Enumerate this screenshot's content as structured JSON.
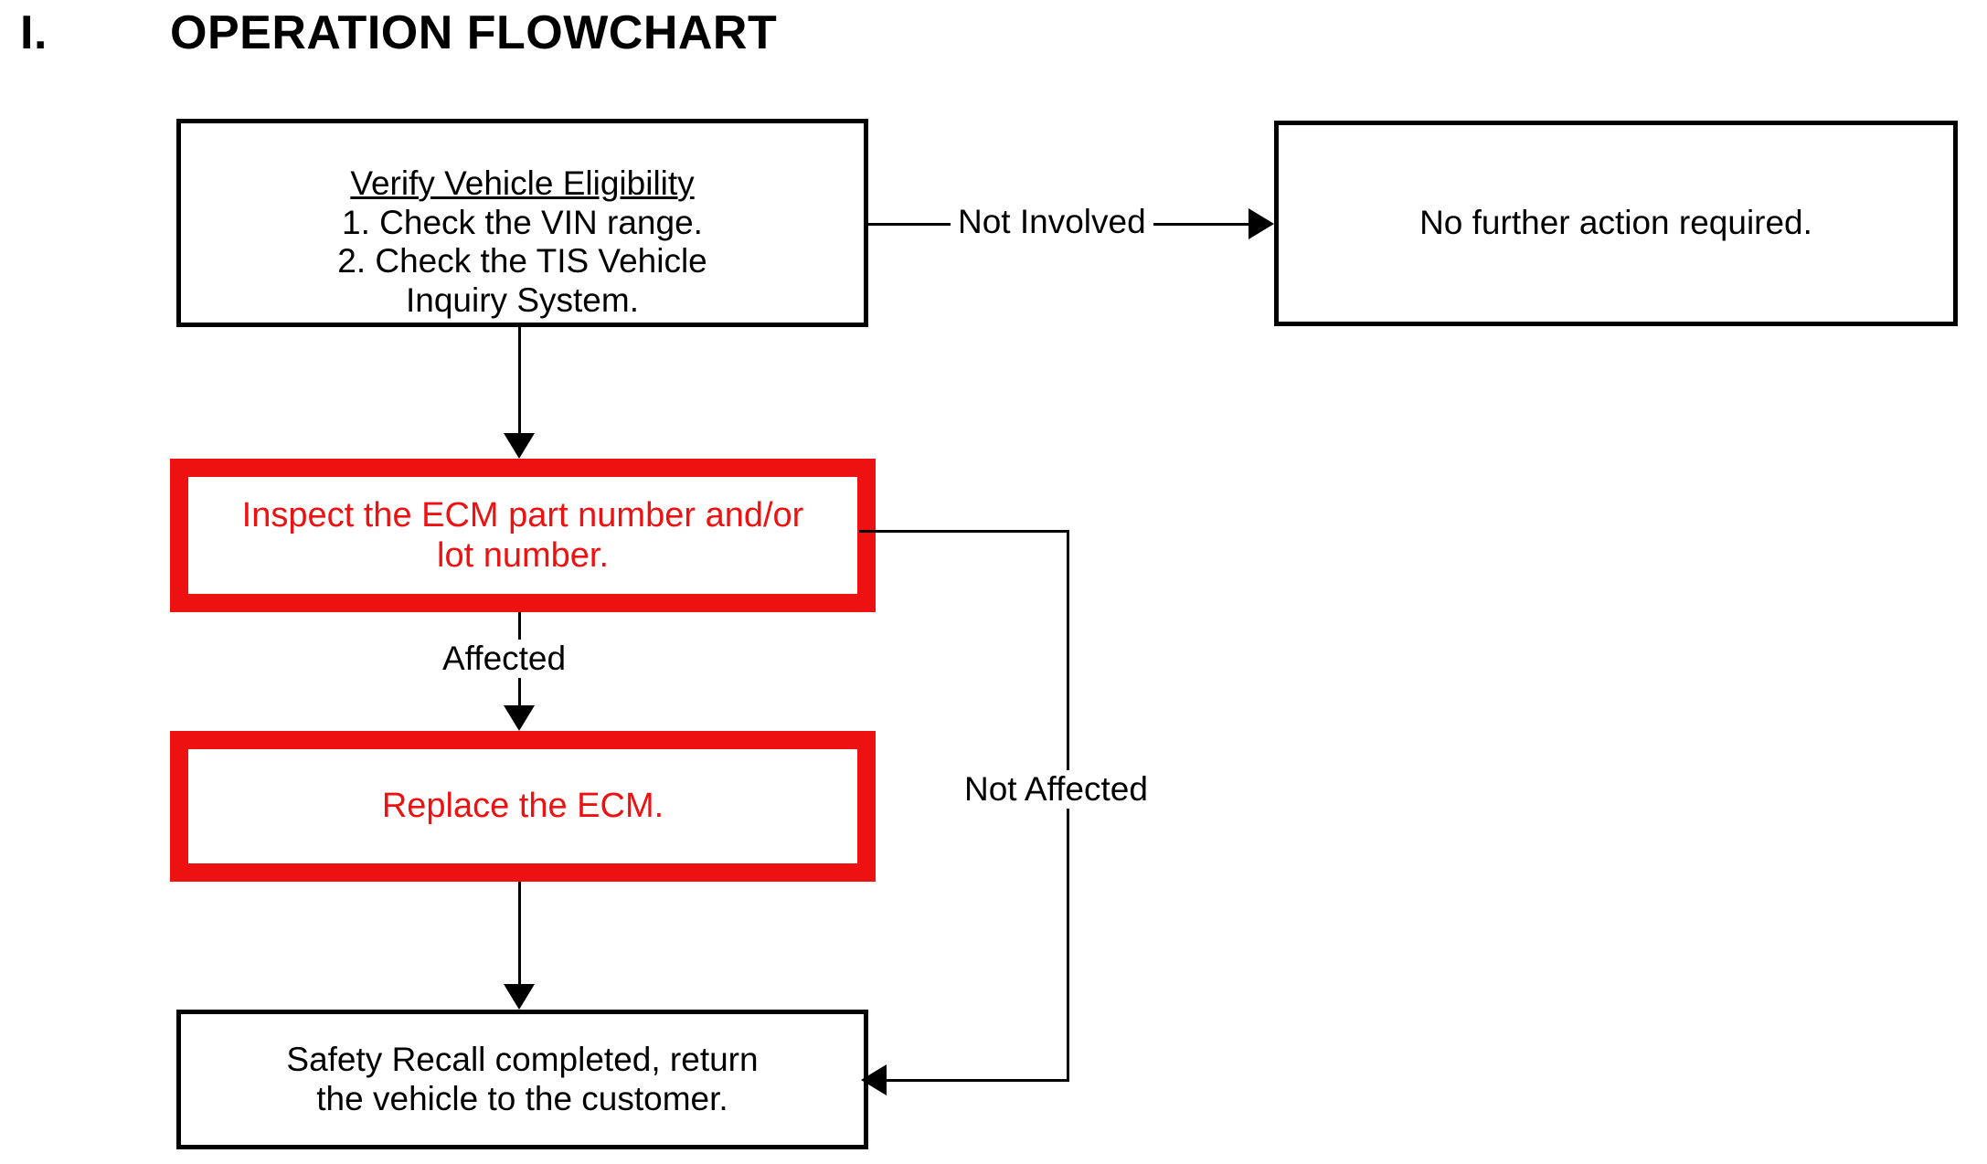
{
  "heading": {
    "numeral": "I.",
    "title": "OPERATION FLOWCHART"
  },
  "colors": {
    "red": "#ee1111",
    "black": "#000000",
    "background": "#ffffff"
  },
  "flowchart": {
    "type": "flowchart",
    "nodes": [
      {
        "id": "verify",
        "title": "Verify Vehicle Eligibility",
        "body": "1. Check the VIN range.\n2. Check the TIS Vehicle\nInquiry System.",
        "style": "black-outline"
      },
      {
        "id": "no-action",
        "body": "No further action required.",
        "style": "black-outline"
      },
      {
        "id": "inspect",
        "body": "Inspect the ECM part number and/or\nlot number.",
        "style": "red-outline"
      },
      {
        "id": "replace",
        "body": "Replace the ECM.",
        "style": "red-outline"
      },
      {
        "id": "complete",
        "body": "Safety Recall completed, return\nthe vehicle to the customer.",
        "style": "black-outline"
      }
    ],
    "edges": [
      {
        "from": "verify",
        "to": "no-action",
        "label": "Not Involved"
      },
      {
        "from": "verify",
        "to": "inspect",
        "label": ""
      },
      {
        "from": "inspect",
        "to": "replace",
        "label": "Affected"
      },
      {
        "from": "inspect",
        "to": "complete",
        "label": "Not Affected"
      },
      {
        "from": "replace",
        "to": "complete",
        "label": ""
      }
    ]
  }
}
